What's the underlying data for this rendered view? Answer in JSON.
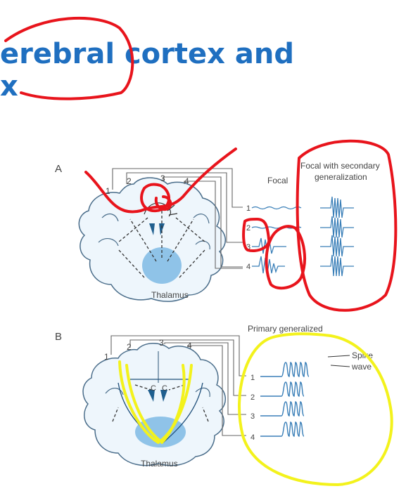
{
  "slide": {
    "heading_line1": "erebral cortex and",
    "heading_line2": "x"
  },
  "panel_a": {
    "label": "A",
    "thalamus_label": "Thalamus",
    "focal_title": "Focal",
    "focal_secondary_title_line1": "Focal with secondary",
    "focal_secondary_title_line2": "generalization",
    "electrode_labels": [
      "1",
      "2",
      "3",
      "4"
    ],
    "channel_labels": [
      "1",
      "2",
      "3",
      "4"
    ]
  },
  "panel_b": {
    "label": "B",
    "thalamus_label": "Thalamus",
    "primary_title": "Primary generalized",
    "spike_label": "Spike",
    "wave_label": "wave",
    "electrode_labels": [
      "1",
      "2",
      "3",
      "4"
    ],
    "channel_labels": [
      "1",
      "2",
      "3",
      "4"
    ],
    "center_labels": [
      "C",
      "C"
    ]
  },
  "colors": {
    "heading": "#1f6fc0",
    "eeg_trace": "#3a7fb8",
    "thalamus_fill": "#8fc3e8",
    "brain_fill": "#eef6fc",
    "red_annotation": "#e8141c",
    "yellow_annotation": "#f3f21c"
  }
}
